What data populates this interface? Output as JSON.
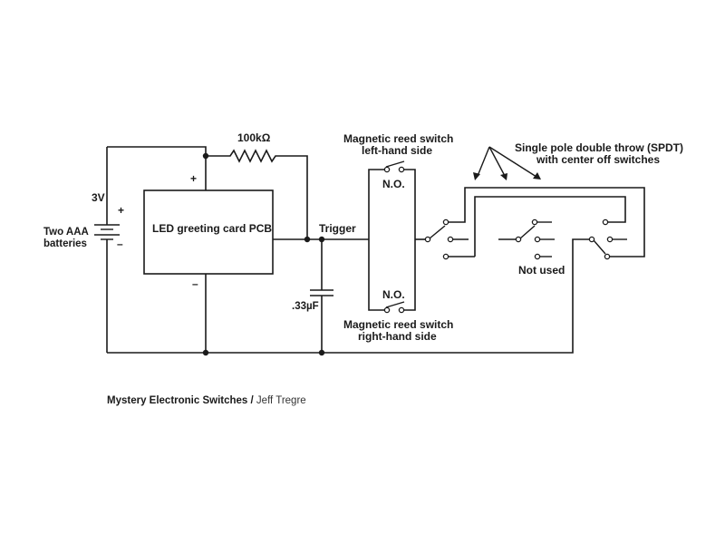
{
  "labels": {
    "resistor": "100kΩ",
    "battery_voltage": "3V",
    "battery_line1": "Two AAA",
    "battery_line2": "batteries",
    "plus": "+",
    "minus": "–",
    "pcb": "LED greeting card PCB",
    "trigger": "Trigger",
    "capacitor": ".33µF",
    "reed_top_line1": "Magnetic reed switch",
    "reed_top_line2": "left-hand side",
    "reed_bottom_line1": "Magnetic reed switch",
    "reed_bottom_line2": "right-hand side",
    "no": "N.O.",
    "spdt_line1": "Single pole double throw (SPDT)",
    "spdt_line2": "with center off switches",
    "not_used": "Not used"
  },
  "caption": {
    "title": "Mystery Electronic Switches",
    "separator": "/",
    "author": "Jeff Tregre"
  },
  "colors": {
    "ink": "#1a1a1a",
    "background": "#ffffff"
  }
}
